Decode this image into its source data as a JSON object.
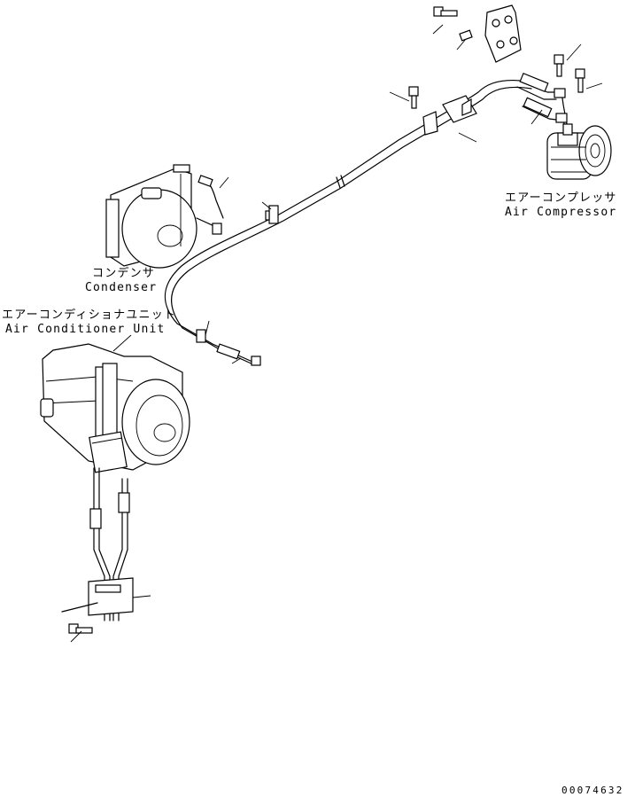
{
  "labels": {
    "compressor_jp": "エアーコンプレッサ",
    "compressor_en": "Air Compressor",
    "condenser_jp": "コンデンサ",
    "condenser_en": "Condenser",
    "ac_unit_jp": "エアーコンディショナユニット",
    "ac_unit_en": "Air Conditioner Unit"
  },
  "drawing_number": "00074632"
}
